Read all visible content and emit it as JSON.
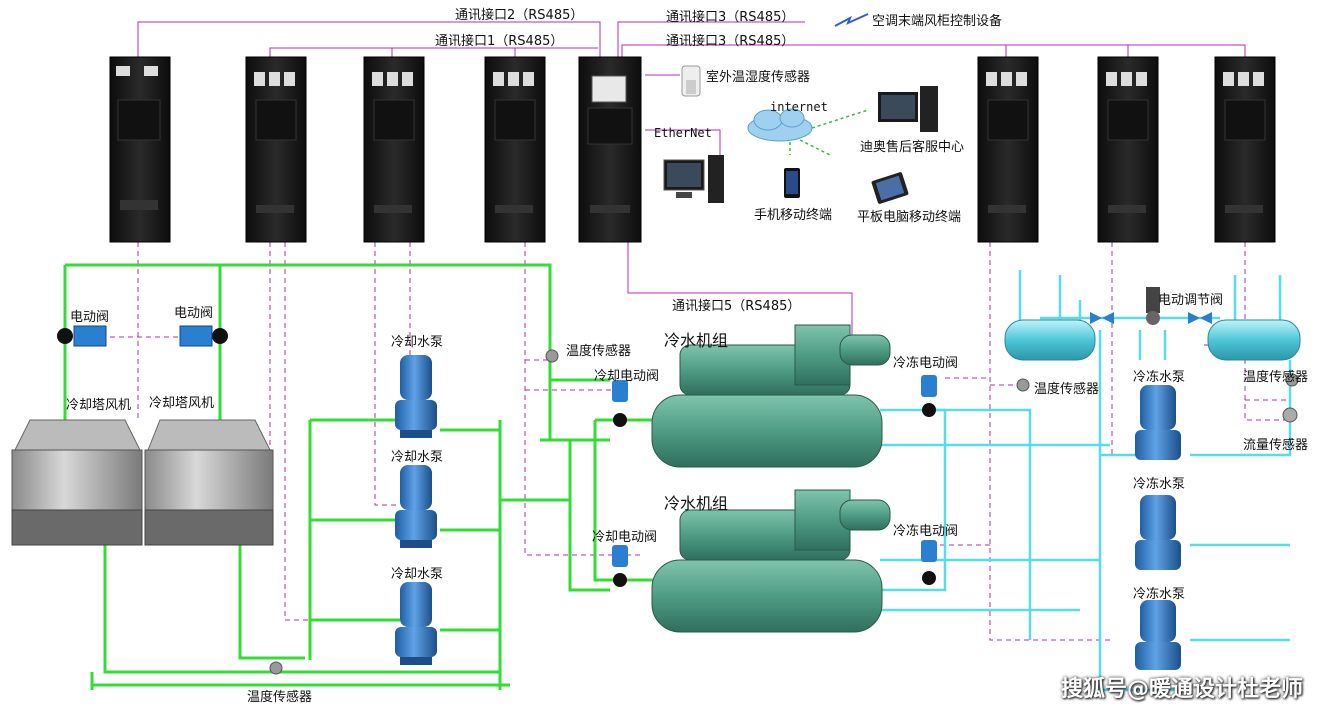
{
  "labels": {
    "comm2": "通讯接口2（RS485）",
    "comm1": "通讯接口1（RS485）",
    "comm3_top": "通讯接口3（RS485）",
    "comm3_mid": "通讯接口3（RS485）",
    "ac_terminal": "空调末端风柜控制设备",
    "outdoor_sensor": "室外温湿度传感器",
    "internet": "internet",
    "ethernet": "EtherNet",
    "service_center": "迪奥售后客服中心",
    "mobile_terminal": "手机移动终端",
    "tablet_terminal": "平板电脑移动终端",
    "comm5": "通讯接口5（RS485）",
    "valve_left": "电动阀",
    "valve_right": "电动阀",
    "tower_fan_1": "冷却塔风机",
    "tower_fan_2": "冷却塔风机",
    "cooling_pump_1": "冷却水泵",
    "cooling_pump_2": "冷却水泵",
    "cooling_pump_3": "冷却水泵",
    "temp_sensor_cooling": "温度传感器",
    "temp_sensor_bottom": "温度传感器",
    "chiller_1": "冷水机组",
    "chiller_2": "冷水机组",
    "cooling_valve_1": "冷却电动阀",
    "cooling_valve_2": "冷却电动阀",
    "chilled_valve_1": "冷冻电动阀",
    "chilled_valve_2": "冷冻电动阀",
    "temp_sensor_chilled": "温度传感器",
    "reg_valve": "电动调节阀",
    "chilled_pump_1": "冷冻水泵",
    "chilled_pump_2": "冷冻水泵",
    "chilled_pump_3": "冷冻水泵",
    "temp_sensor_right": "温度传感器",
    "flow_sensor": "流量传感器",
    "watermark": "搜狐号@暖通设计杜老师"
  },
  "colors": {
    "cooling_pipe": "#33dd33",
    "chilled_pipe": "#55dde8",
    "signal_line": "#b030b0",
    "cabinet": "#1a1a1a",
    "pump_blue": "#3a7fc8",
    "chiller_green": "#5aa88f"
  }
}
